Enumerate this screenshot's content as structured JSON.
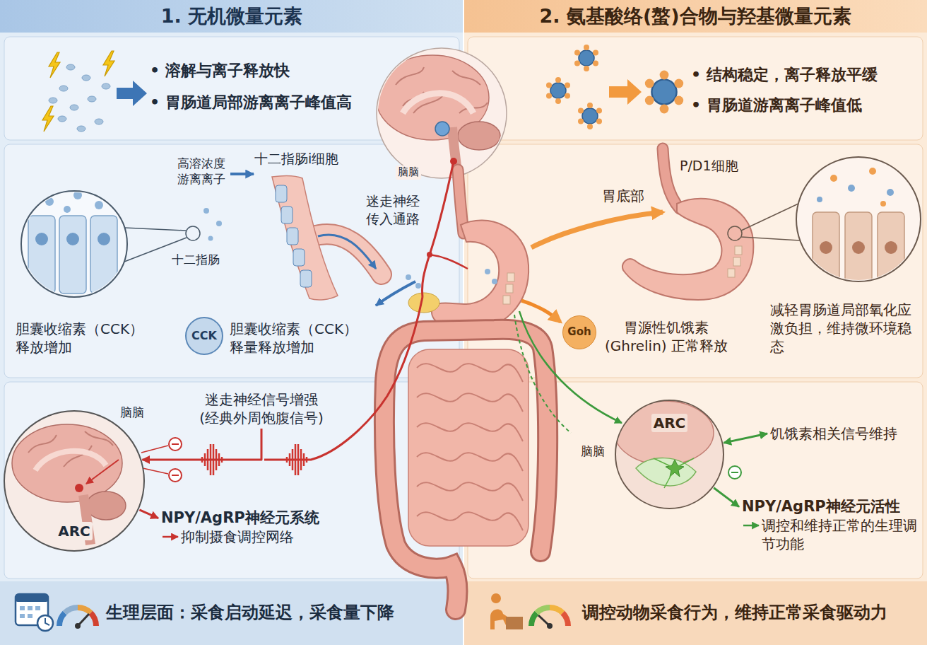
{
  "diagram": {
    "nodes": [
      {
        "text": [
          "1. 无机微量元素"
        ]
      },
      {
        "text": [
          "2. 氨基酸络(螯)合物与羟基微量元素"
        ]
      },
      {
        "text": [
          "• 溶解与离子释放快",
          "• 胃肠道局部游离离子峰值高"
        ]
      },
      {
        "text": [
          "• 结构稳定，离子释放平缓",
          "• 胃肠道游离离子峰值低"
        ]
      },
      {
        "text": [
          "高溶浓度 游离离子"
        ]
      },
      {
        "text": [
          "十二指肠i细胞"
        ]
      },
      {
        "text": [
          "胆囊收缩素（CCK） 释放增加"
        ]
      },
      {
        "text": [
          "CCK"
        ]
      },
      {
        "text": [
          "胆囊收缩素（CCK） 释量释放增加"
        ]
      },
      {
        "text": [
          "P/D1细胞"
        ]
      },
      {
        "text": [
          "Goh"
        ]
      },
      {
        "text": [
          "胃源性饥饿素 (Ghrelin) 正常释放"
        ]
      },
      {
        "text": [
          "减轻胃肠道局部氧化应激负担，维持微环境稳态"
        ]
      },
      {
        "text": [
          "迷走神经信号增强 (经典外周饱腹信号)"
        ]
      },
      {
        "text": [
          "脑脑",
          "ARC"
        ]
      },
      {
        "text": [
          "NPY/AgRP神经元系统",
          "抑制摄食调控网络"
        ]
      },
      {
        "text": [
          "脑脑",
          "ARC"
        ]
      },
      {
        "text": [
          "饥饿素相关信号维持"
        ]
      },
      {
        "text": [
          "NPY/AgRP神经元活性",
          "调控和维持正常的生理调节功能"
        ]
      },
      {
        "text": [
          "生理层面：采食启动延迟，采食量下降"
        ]
      },
      {
        "text": [
          "调控动物采食行为，维持正常采食驱动力"
        ]
      }
    ],
    "edges": [
      {
        "from": 4,
        "to": 5,
        "arrow": "to"
      },
      {
        "from": 13,
        "to": 14,
        "arrow": "to"
      },
      {
        "from": 14,
        "to": 15,
        "arrow": "to"
      },
      {
        "from": 16,
        "to": 17,
        "arrow": "both"
      },
      {
        "from": 16,
        "to": 18,
        "arrow": "to"
      }
    ],
    "labels": [
      "十二指肠",
      "迷走神经 传入通路",
      "脑脑",
      "胃底部"
    ]
  }
}
